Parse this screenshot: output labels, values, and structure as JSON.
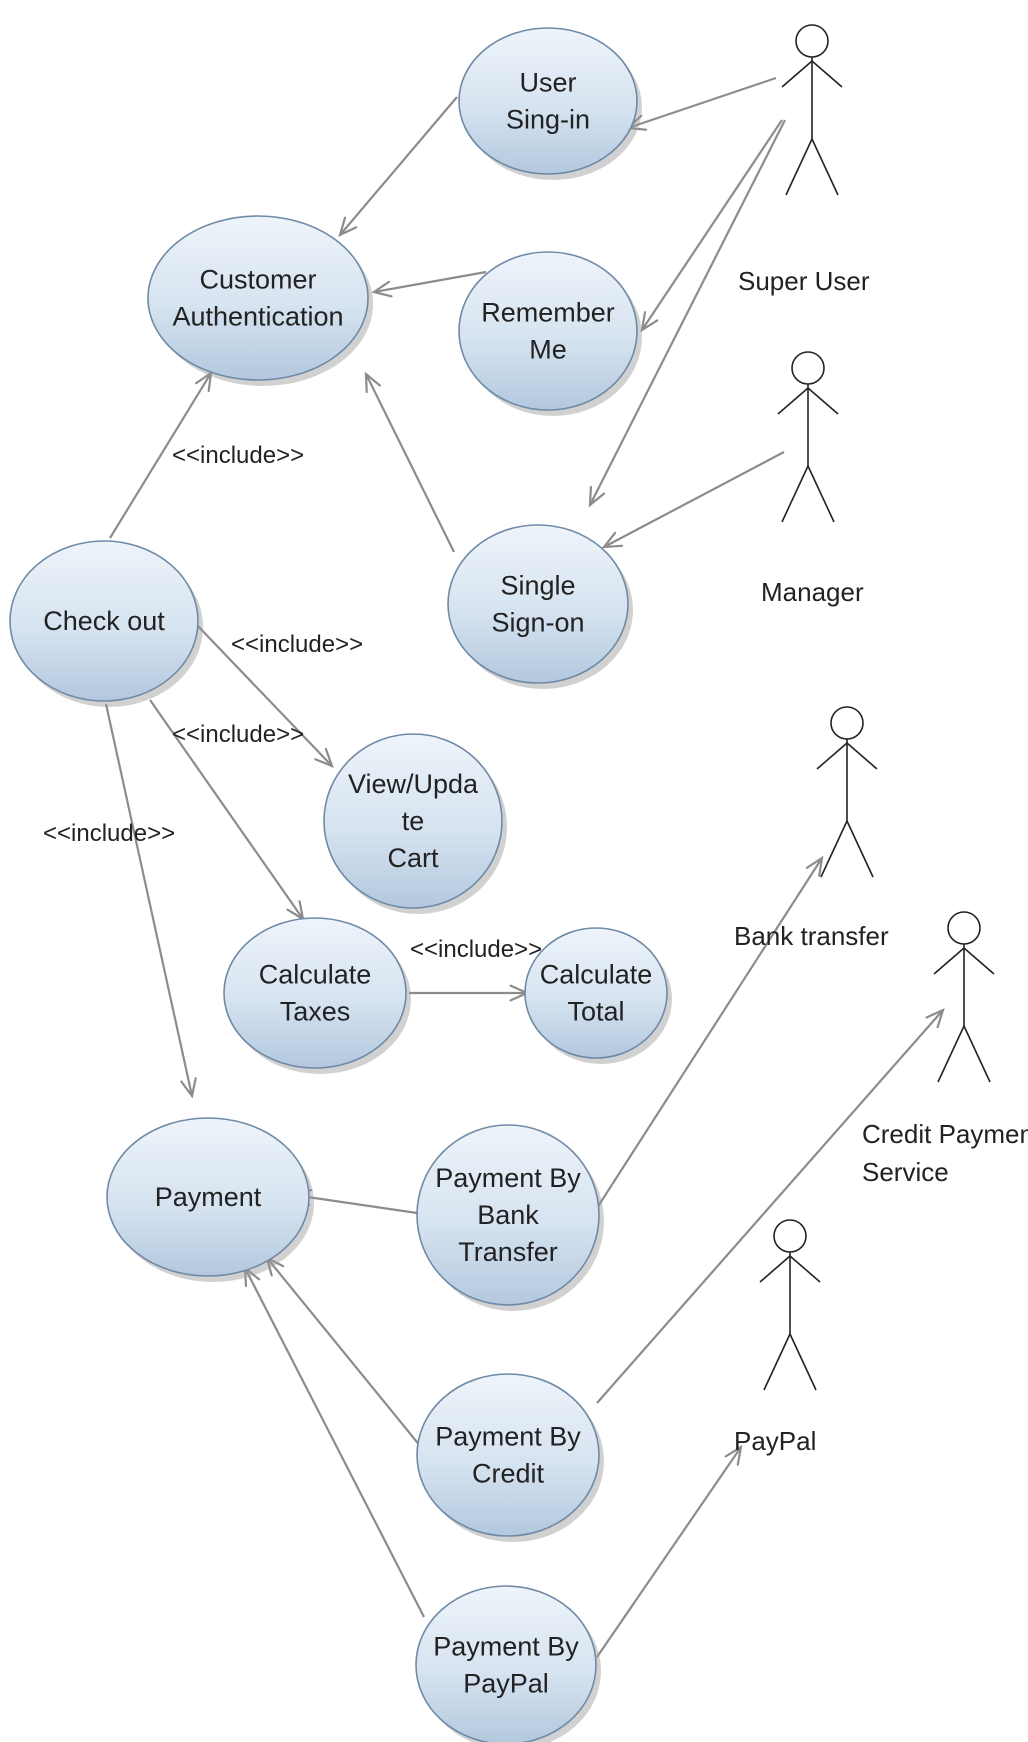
{
  "use_cases": {
    "user_signin": [
      "User",
      "Sing-in"
    ],
    "customer_auth": [
      "Customer",
      "Authentication"
    ],
    "remember_me": [
      "Remember",
      "Me"
    ],
    "single_signon": [
      "Single",
      "Sign-on"
    ],
    "check_out": [
      "Check out"
    ],
    "view_update_cart": [
      "View/Upda",
      "te",
      "Cart"
    ],
    "calculate_taxes": [
      "Calculate",
      "Taxes"
    ],
    "calculate_total": [
      "Calculate",
      "Total"
    ],
    "payment": [
      "Payment"
    ],
    "pay_bank": [
      "Payment By",
      "Bank",
      "Transfer"
    ],
    "pay_credit": [
      "Payment By",
      "Credit"
    ],
    "pay_paypal": [
      "Payment By",
      "PayPal"
    ]
  },
  "actors": {
    "super_user": [
      "Super User"
    ],
    "manager": [
      "Manager"
    ],
    "bank_transfer": [
      "Bank transfer"
    ],
    "credit_payment_service": [
      "Credit Payment",
      "Service"
    ],
    "paypal": [
      "PayPal"
    ]
  },
  "relationships": {
    "checkout_auth": "<<include>>",
    "checkout_cart": "<<include>>",
    "checkout_taxes": "<<include>>",
    "checkout_payment": "<<include>>",
    "taxes_total": "<<include>>"
  }
}
